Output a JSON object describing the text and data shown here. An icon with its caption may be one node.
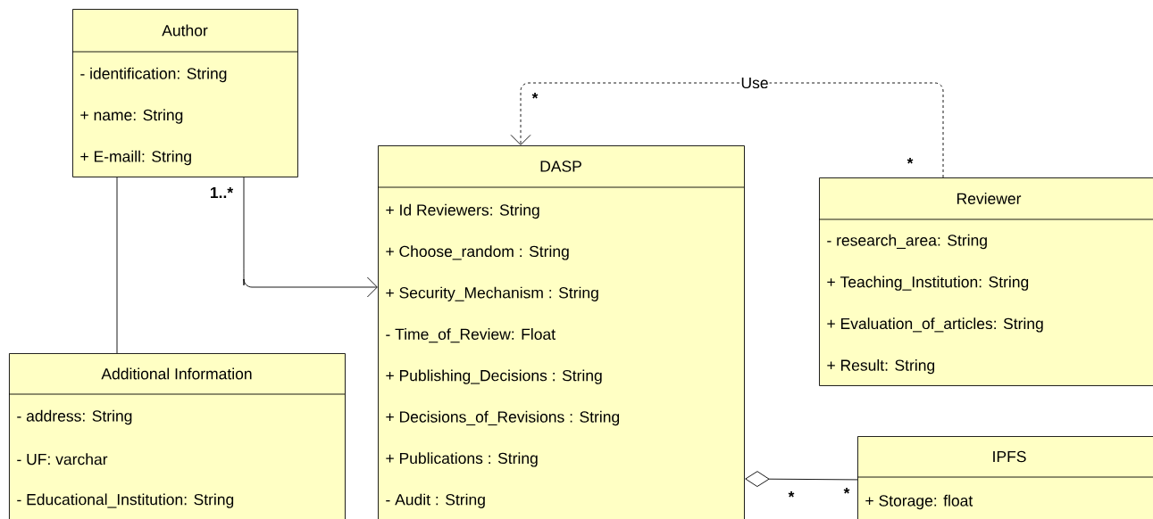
{
  "diagram": {
    "nodes": [
      {
        "text": [
          "Author",
          "- identification: String",
          "+ name: String",
          "+ E-maill: String"
        ]
      },
      {
        "text": [
          "Additional Information",
          "- address: String",
          "- UF: varchar",
          "- Educational_Institution: String"
        ]
      },
      {
        "text": [
          "DASP",
          "+ Id Reviewers: String",
          "+ Choose_random : String",
          "+ Security_Mechanism : String",
          "- Time_of_Review: Float",
          "+ Publishing_Decisions : String",
          "+ Decisions_of_Revisions : String",
          "+ Publications : String",
          "- Audit : String"
        ]
      },
      {
        "text": [
          "Reviewer",
          "- research_area: String",
          "+ Teaching_Institution: String",
          "+ Evaluation_of_articles: String",
          "+ Result: String"
        ]
      },
      {
        "text": [
          "IPFS",
          "+ Storage: float"
        ]
      }
    ],
    "edges": [
      {
        "from": 0,
        "to": 1,
        "arrow": "none"
      },
      {
        "from": 0,
        "to": 2,
        "arrow": "to",
        "label": "1..*"
      },
      {
        "from": 3,
        "to": 2,
        "arrow": "to",
        "label": "Use",
        "style": "dashed"
      },
      {
        "from": 4,
        "to": 2,
        "arrow": "other"
      }
    ],
    "labels": [
      "*",
      "*",
      "*",
      "*"
    ]
  }
}
